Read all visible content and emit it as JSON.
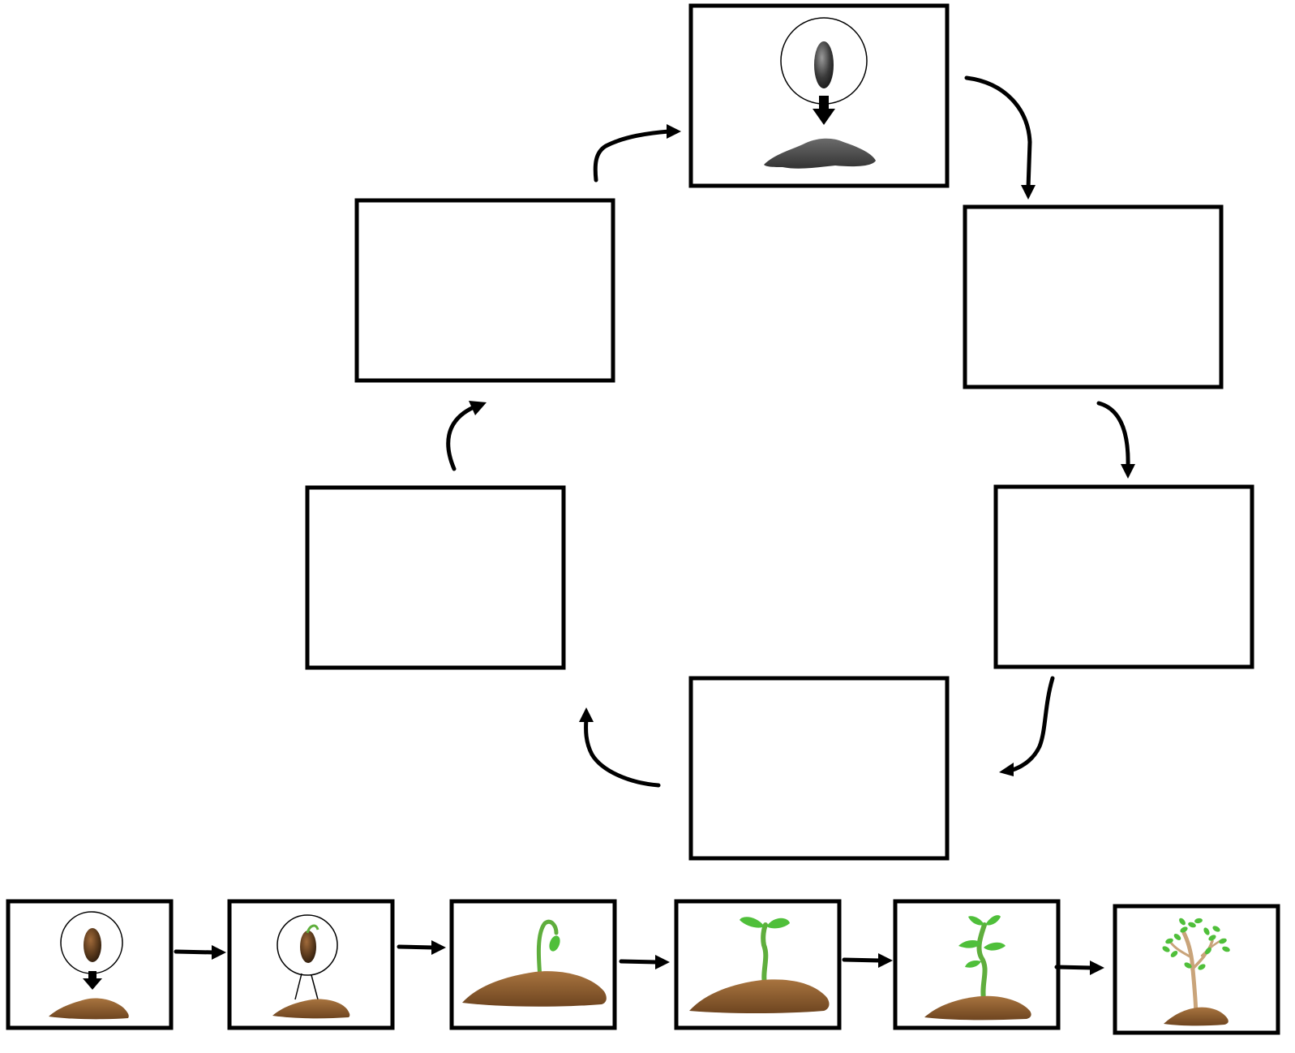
{
  "diagram": {
    "type": "plant-life-cycle-cut-and-paste",
    "cycle_slots": [
      {
        "slot": 1,
        "filled": true,
        "picture": "seed-planted"
      },
      {
        "slot": 2,
        "filled": false
      },
      {
        "slot": 3,
        "filled": false
      },
      {
        "slot": 4,
        "filled": false
      },
      {
        "slot": 5,
        "filled": false
      },
      {
        "slot": 6,
        "filled": false
      }
    ],
    "cut_out_stages": [
      {
        "picture": "seed-planted"
      },
      {
        "picture": "germinating-seed"
      },
      {
        "picture": "sprout"
      },
      {
        "picture": "seedling"
      },
      {
        "picture": "young-plant"
      },
      {
        "picture": "small-tree"
      }
    ]
  },
  "colors": {
    "soil_brown": "#8a5a2b",
    "soil_gray": "#4d4d4d",
    "seed_brown": "#5b3a1c",
    "leaf_green": "#4fbf3a",
    "stem_green": "#5fae3d",
    "trunk_tan": "#c9a47a",
    "outline": "#000000"
  }
}
